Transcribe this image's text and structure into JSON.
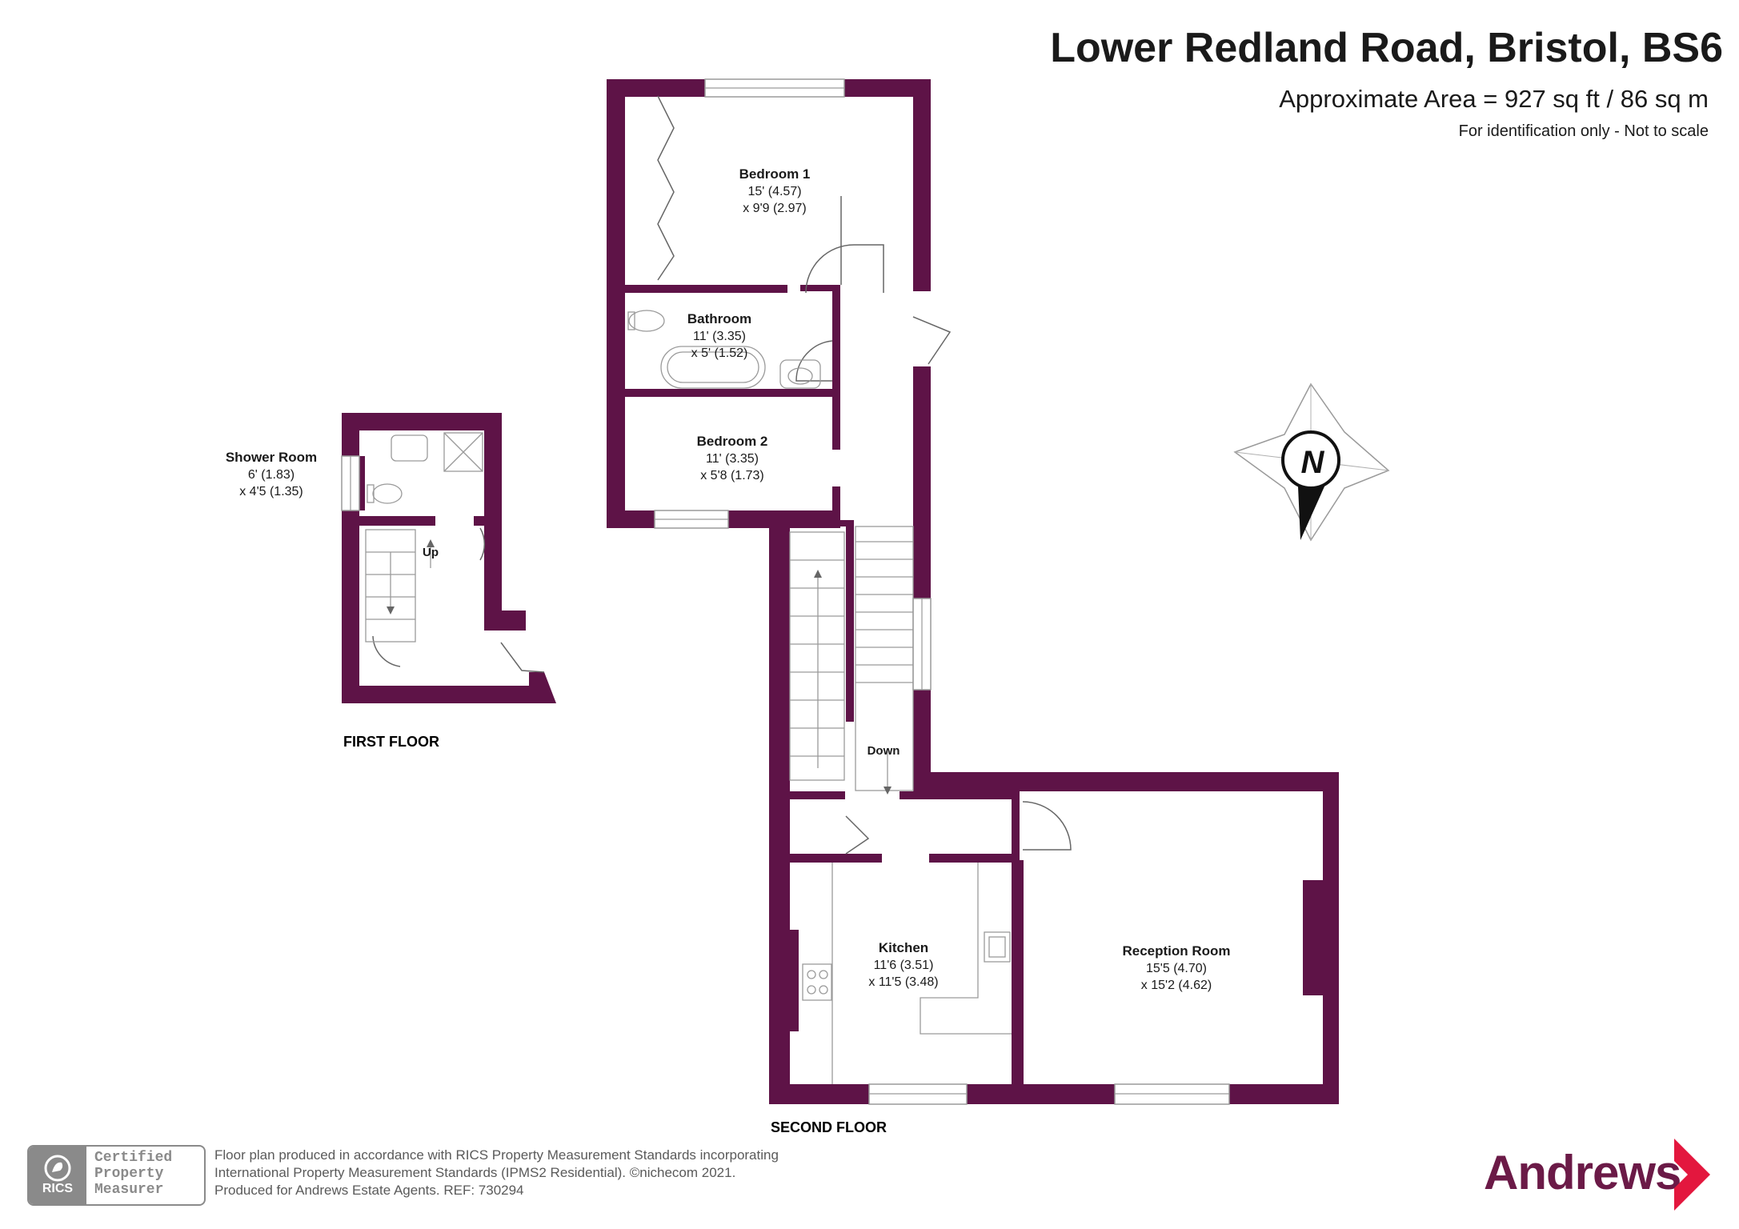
{
  "header": {
    "title": "Lower Redland Road, Bristol, BS6",
    "area": "Approximate Area = 927 sq ft / 86 sq m",
    "note": "For identification only - Not to scale"
  },
  "colors": {
    "wall": "#5e1347",
    "fixture": "#9a9a9a",
    "brand": "#6b1a47",
    "brand_arrow": "#e3173e"
  },
  "rooms": {
    "bedroom1": {
      "name": "Bedroom 1",
      "dim1": "15' (4.57)",
      "dim2": "x 9'9 (2.97)"
    },
    "bathroom": {
      "name": "Bathroom",
      "dim1": "11' (3.35)",
      "dim2": "x 5' (1.52)"
    },
    "bedroom2": {
      "name": "Bedroom 2",
      "dim1": "11' (3.35)",
      "dim2": "x 5'8 (1.73)"
    },
    "shower": {
      "name": "Shower Room",
      "dim1": "6' (1.83)",
      "dim2": "x 4'5 (1.35)"
    },
    "kitchen": {
      "name": "Kitchen",
      "dim1": "11'6 (3.51)",
      "dim2": "x 11'5 (3.48)"
    },
    "reception": {
      "name": "Reception Room",
      "dim1": "15'5 (4.70)",
      "dim2": "x 15'2 (4.62)"
    }
  },
  "stairs": {
    "up": "Up",
    "down": "Down"
  },
  "floors": {
    "first": "FIRST FLOOR",
    "second": "SECOND FLOOR"
  },
  "compass": {
    "north": "N"
  },
  "footer": {
    "rics_logo": "RICS",
    "badge": [
      "Certified",
      "Property",
      "Measurer"
    ],
    "disclaimer": [
      "Floor plan produced in accordance with RICS Property Measurement Standards incorporating",
      "International Property Measurement Standards (IPMS2 Residential).   ©nichecom 2021.",
      "Produced for Andrews Estate Agents.   REF:   730294"
    ],
    "brand": "Andrews"
  }
}
